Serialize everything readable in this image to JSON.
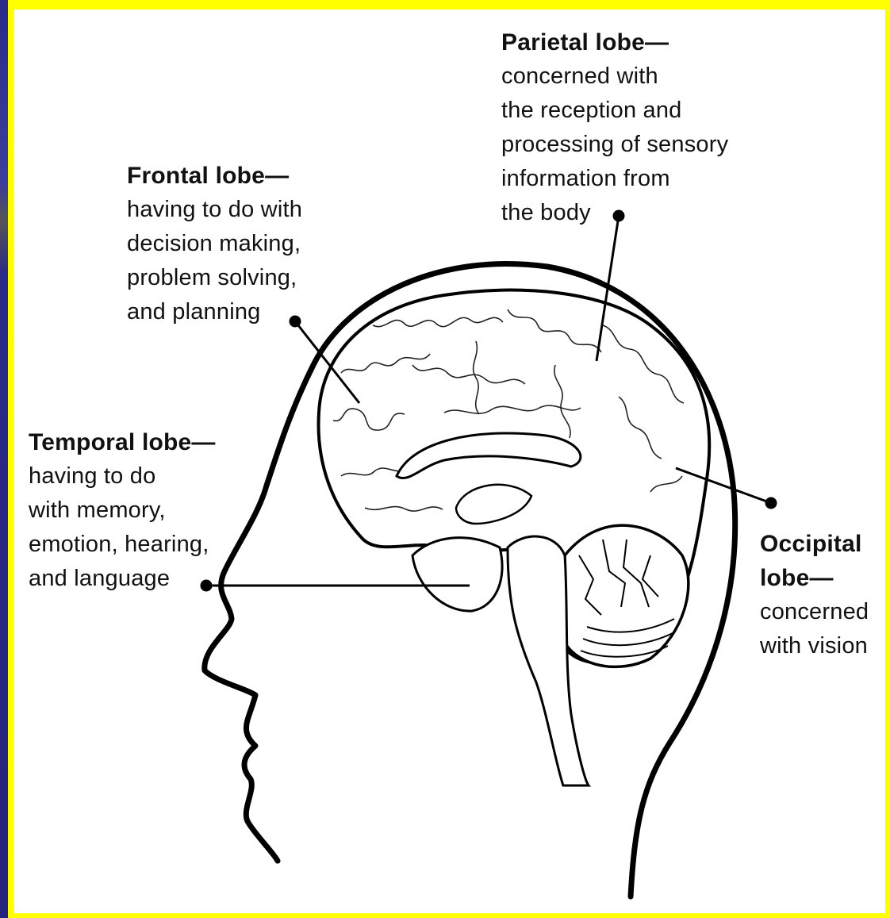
{
  "colors": {
    "frame": "#ffff00",
    "background": "#1c1c7a",
    "panel": "#ffffff",
    "ink": "#111111"
  },
  "labels": {
    "parietal": {
      "title": "Parietal lobe—",
      "description": "concerned with\nthe reception and\nprocessing of sensory\ninformation from\nthe body"
    },
    "frontal": {
      "title": "Frontal lobe—",
      "description": "having to do with\ndecision making,\nproblem solving,\nand planning"
    },
    "temporal": {
      "title": "Temporal lobe—",
      "description": "having to do\nwith memory,\nemotion, hearing,\nand language"
    },
    "occipital": {
      "title": "Occipital\nlobe—",
      "description": "concerned\nwith vision"
    }
  },
  "icons": [
    "head-silhouette",
    "brain-illustration",
    "brainstem",
    "cerebellum"
  ]
}
